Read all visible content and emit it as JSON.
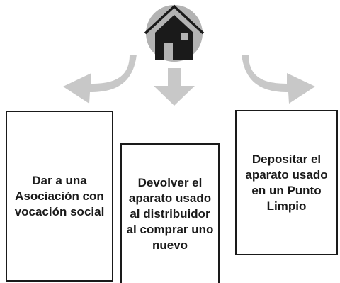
{
  "options": {
    "left": "Dar a una Asociación con vocación social",
    "center": "Devolver el aparato usado al distribuidor al comprar uno nuevo",
    "right": "Depositar el aparato usado en un Punto Limpio"
  },
  "icons": {
    "top": "house-icon",
    "arrows": [
      "curved-arrow-left-icon",
      "arrow-down-icon",
      "curved-arrow-right-icon"
    ]
  },
  "colors": {
    "circle": "#b3b3b3",
    "arrows": "#c8c8c8",
    "house": "#1a1a1a",
    "border": "#1a1a1a"
  }
}
